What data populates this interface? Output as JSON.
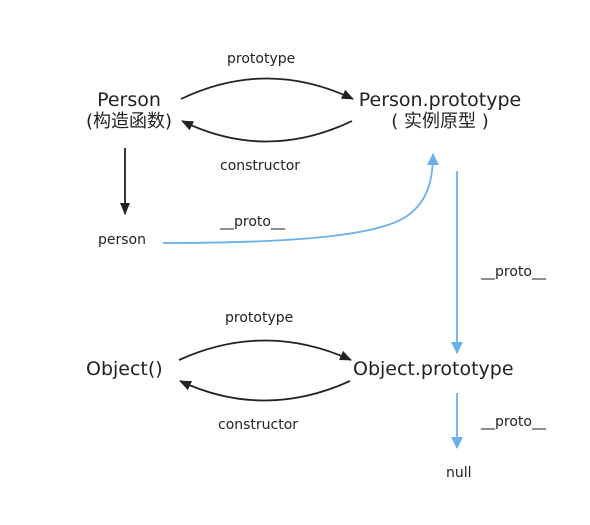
{
  "nodes": {
    "person_ctor": {
      "line1": "Person",
      "line2": "(构造函数)"
    },
    "person_proto": {
      "line1": "Person.prototype",
      "line2": "( 实例原型 )"
    },
    "person_inst": {
      "label": "person"
    },
    "object_ctor": {
      "label": "Object()"
    },
    "object_proto": {
      "label": "Object.prototype"
    },
    "null_node": {
      "label": "null"
    }
  },
  "edges": {
    "prototype_top": "prototype",
    "constructor_top": "constructor",
    "proto_person": "__proto__",
    "proto_person_prototype": "__proto__",
    "prototype_bottom": "prototype",
    "constructor_bottom": "constructor",
    "proto_object_prototype": "__proto__"
  },
  "colors": {
    "dark_arrow": "#222222",
    "proto_arrow": "#6ab0ea",
    "text": "#222222"
  }
}
